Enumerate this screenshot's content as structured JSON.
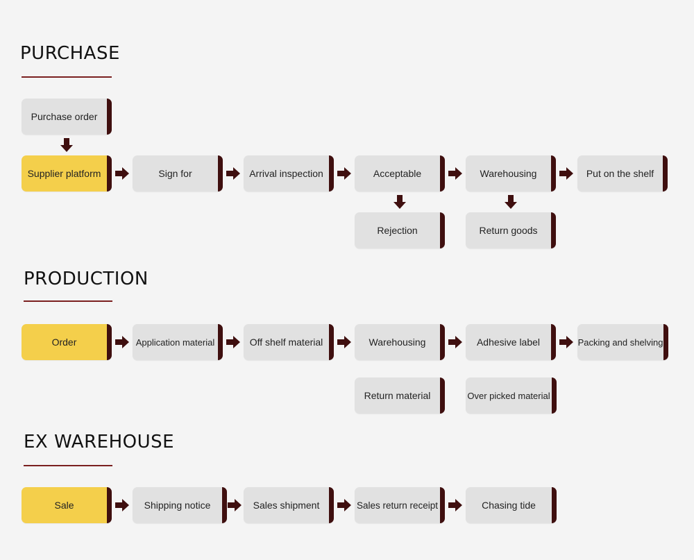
{
  "colors": {
    "background": "#f4f4f4",
    "node_gray": "#e1e1e1",
    "node_yellow": "#f4cf4b",
    "accent_dark": "#3f0f0f",
    "underline": "#7a1f1f"
  },
  "purchase": {
    "title": "PURCHASE",
    "nodes": {
      "purchase_order": "Purchase order",
      "supplier_platform": "Supplier platform",
      "sign_for": "Sign for",
      "arrival_inspection": "Arrival inspection",
      "acceptable": "Acceptable",
      "warehousing": "Warehousing",
      "put_on_shelf": "Put on the shelf",
      "rejection": "Rejection",
      "return_goods": "Return goods"
    }
  },
  "production": {
    "title": "PRODUCTION",
    "nodes": {
      "order": "Order",
      "application_material": "Application material",
      "off_shelf_material": "Off shelf material",
      "warehousing": "Warehousing",
      "adhesive_label": "Adhesive label",
      "packing_shelving": "Packing and shelving",
      "return_material": "Return material",
      "over_picked_material": "Over picked material"
    }
  },
  "ex_warehouse": {
    "title": "EX WAREHOUSE",
    "nodes": {
      "sale": "Sale",
      "shipping_notice": "Shipping notice",
      "sales_shipment": "Sales shipment",
      "sales_return_receipt": "Sales return receipt",
      "chasing_tide": "Chasing tide"
    }
  }
}
